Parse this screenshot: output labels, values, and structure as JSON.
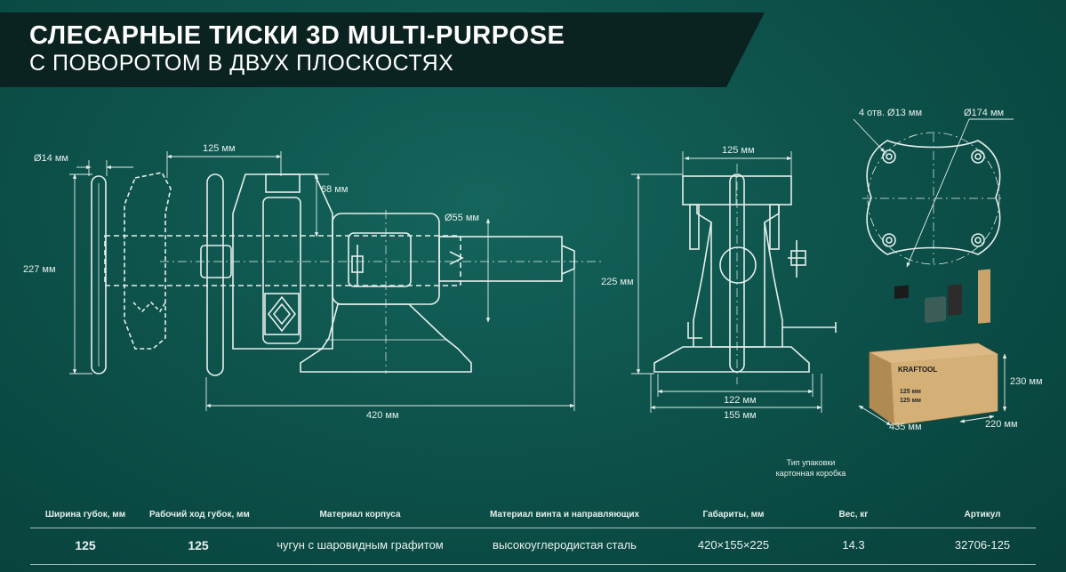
{
  "title": {
    "line1": "СЛЕСАРНЫЕ ТИСКИ 3D MULTI-PURPOSE",
    "line2": "С ПОВОРОТОМ В ДВУХ ПЛОСКОСТЯХ"
  },
  "dimensions": {
    "side_screw_d": "Ø14 мм",
    "side_jaw": "125 мм",
    "side_68": "68 мм",
    "side_55": "Ø55 мм",
    "side_227": "227 мм",
    "side_420": "420 мм",
    "front_top": "125 мм",
    "front_225": "225 мм",
    "front_122": "122 мм",
    "front_155": "155 мм",
    "base_holes": "4 отв. Ø13 мм",
    "base_d": "Ø174 мм",
    "box_230": "230 мм",
    "box_220": "220 мм",
    "box_435": "435 мм"
  },
  "box": {
    "brand": "KRAFTOOL",
    "label1": "125 мм",
    "label2": "125 мм"
  },
  "pack_note": {
    "line1": "Тип упаковки",
    "line2": "картонная коробка"
  },
  "specs": {
    "headers": [
      "Ширина губок, мм",
      "Рабочий ход губок, мм",
      "Материал корпуса",
      "Материал винта и направляющих",
      "Габариты, мм",
      "Вес, кг",
      "Артикул"
    ],
    "values": [
      "125",
      "125",
      "чугун с шаровидным графитом",
      "высокоуглеродистая сталь",
      "420×155×225",
      "14.3",
      "32706-125"
    ]
  },
  "colors": {
    "background": "#0b4d47",
    "banner": "#0a2320",
    "line": "#e6efec"
  }
}
